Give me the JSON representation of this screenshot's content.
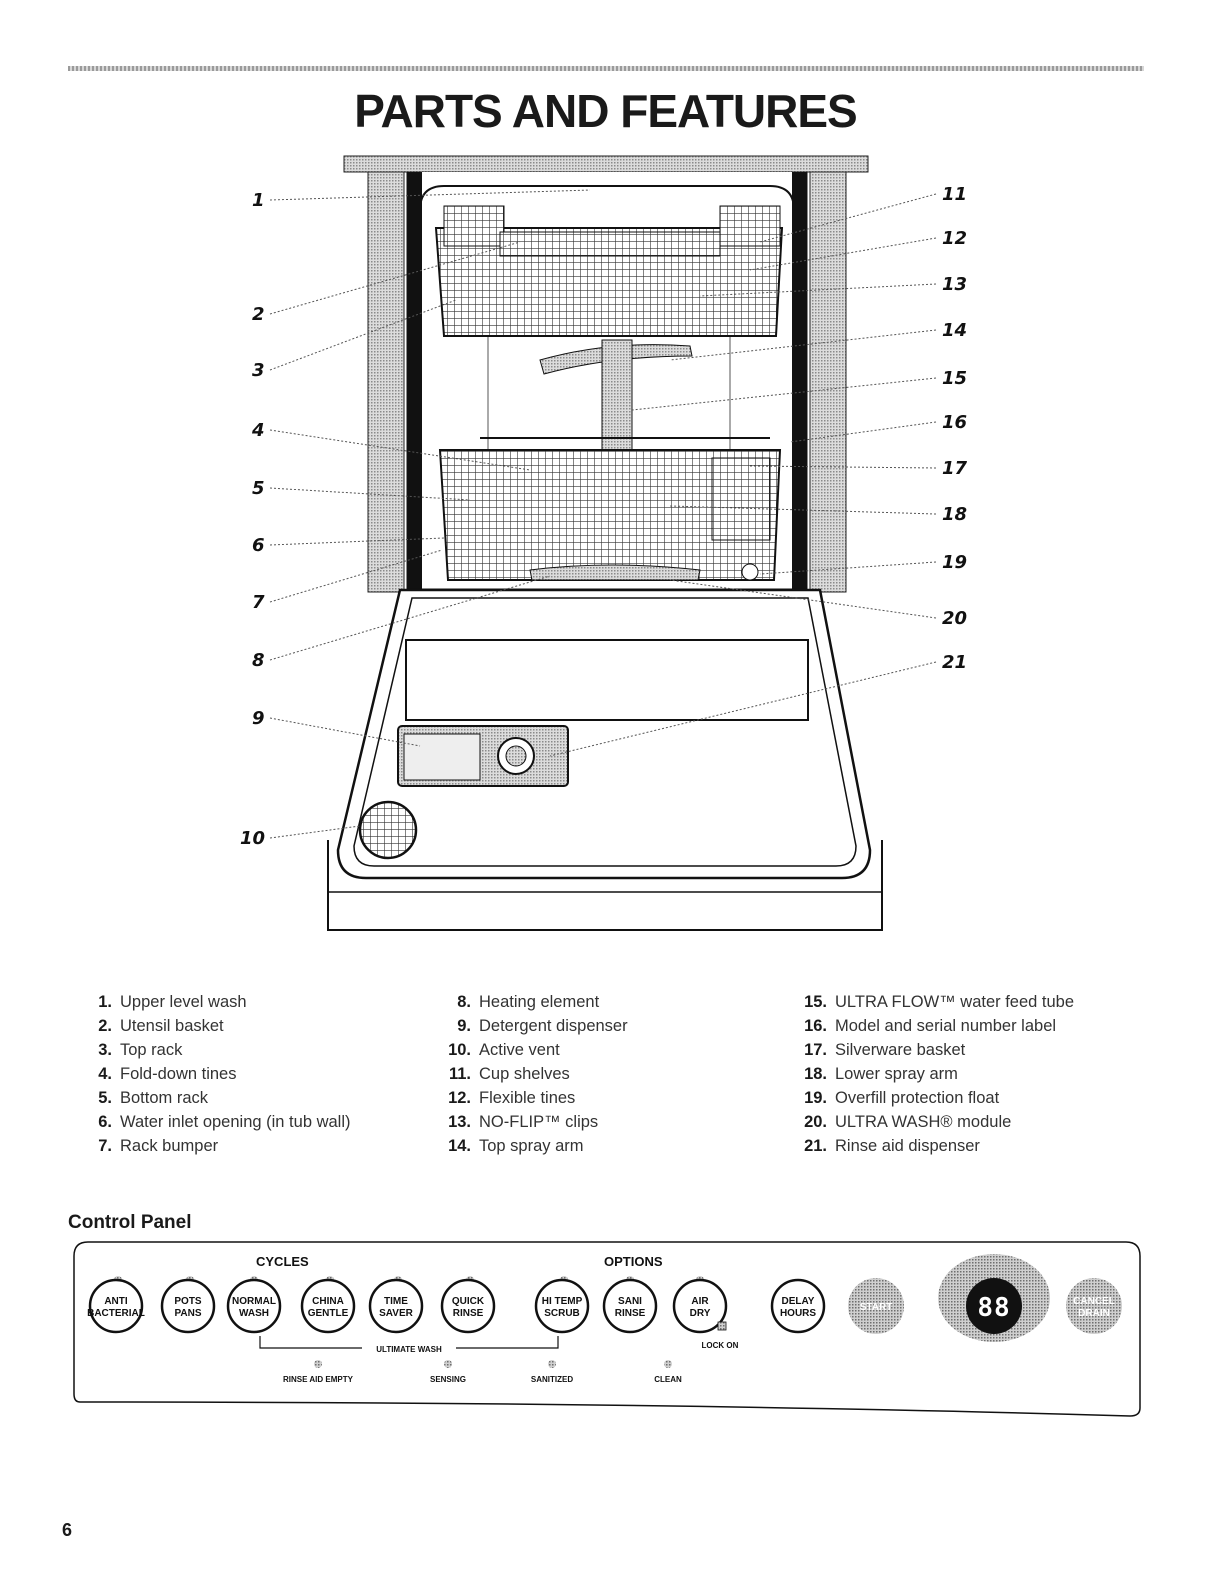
{
  "page": {
    "title": "PARTS AND FEATURES",
    "page_number": "6"
  },
  "diagram": {
    "callouts": [
      "1",
      "2",
      "3",
      "4",
      "5",
      "6",
      "7",
      "8",
      "9",
      "10",
      "11",
      "12",
      "13",
      "14",
      "15",
      "16",
      "17",
      "18",
      "19",
      "20",
      "21"
    ]
  },
  "parts_list": {
    "column1": [
      {
        "num": "1.",
        "label": "Upper level wash"
      },
      {
        "num": "2.",
        "label": "Utensil basket"
      },
      {
        "num": "3.",
        "label": "Top rack"
      },
      {
        "num": "4.",
        "label": "Fold-down tines"
      },
      {
        "num": "5.",
        "label": "Bottom rack"
      },
      {
        "num": "6.",
        "label": "Water inlet opening (in tub wall)"
      },
      {
        "num": "7.",
        "label": "Rack bumper"
      }
    ],
    "column2": [
      {
        "num": "8.",
        "label": "Heating element"
      },
      {
        "num": "9.",
        "label": "Detergent dispenser"
      },
      {
        "num": "10.",
        "label": "Active vent"
      },
      {
        "num": "11.",
        "label": "Cup shelves"
      },
      {
        "num": "12.",
        "label": "Flexible tines"
      },
      {
        "num": "13.",
        "label": "NO-FLIP™ clips"
      },
      {
        "num": "14.",
        "label": "Top spray arm"
      }
    ],
    "column3": [
      {
        "num": "15.",
        "label": "ULTRA FLOW™ water feed tube"
      },
      {
        "num": "16.",
        "label": "Model and serial number label"
      },
      {
        "num": "17.",
        "label": "Silverware basket"
      },
      {
        "num": "18.",
        "label": "Lower spray arm"
      },
      {
        "num": "19.",
        "label": "Overfill protection float"
      },
      {
        "num": "20.",
        "label": "ULTRA WASH® module"
      },
      {
        "num": "21.",
        "label": "Rinse aid dispenser"
      }
    ]
  },
  "control_panel": {
    "heading": "Control Panel",
    "cycles_label": "CYCLES",
    "options_label": "OPTIONS",
    "ultimate_wash_label": "ULTIMATE WASH",
    "lock_on_label": "LOCK ON",
    "buttons": {
      "anti_bacterial": [
        "ANTI",
        "BACTERIAL"
      ],
      "pots_pans": [
        "POTS",
        "PANS"
      ],
      "normal_wash": [
        "NORMAL",
        "WASH"
      ],
      "china_gentle": [
        "CHINA",
        "GENTLE"
      ],
      "time_saver": [
        "TIME",
        "SAVER"
      ],
      "quick_rinse": [
        "QUICK",
        "RINSE"
      ],
      "hi_temp_scrub": [
        "HI TEMP",
        "SCRUB"
      ],
      "sani_rinse": [
        "SANI",
        "RINSE"
      ],
      "air_dry": [
        "AIR",
        "DRY"
      ],
      "delay_hours": [
        "DELAY",
        "HOURS"
      ],
      "start": "START",
      "cancel_drain": [
        "CANCEL",
        "DRAIN"
      ]
    },
    "display_value": "88",
    "status_lights": [
      "RINSE AID EMPTY",
      "SENSING",
      "SANITIZED",
      "CLEAN"
    ]
  }
}
